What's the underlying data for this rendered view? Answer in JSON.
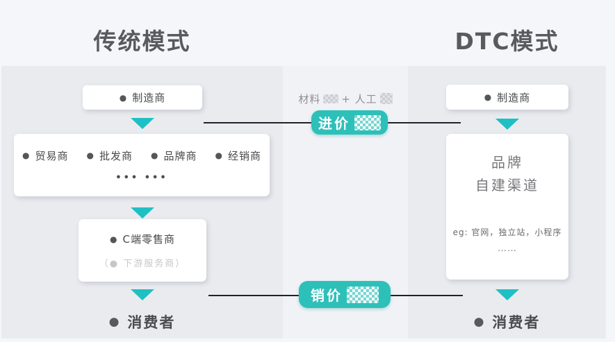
{
  "glyphs": {
    "bullet": "●"
  },
  "titles": {
    "traditional": "传统模式",
    "dtc": "DTC模式"
  },
  "traditional": {
    "manufacturer": "制造商",
    "middlemen": [
      "贸易商",
      "批发商",
      "品牌商",
      "经销商"
    ],
    "middlemen_more": "••• •••",
    "retailer": "C端零售商",
    "retailer_note": "（● 下游服务商）",
    "consumer": "消费者"
  },
  "middle": {
    "cost_material": "材料",
    "cost_labor": "+ 人工",
    "purchase_badge": "进价",
    "sale_badge": "销价"
  },
  "dtc": {
    "manufacturer": "制造商",
    "channel_line1": "品牌",
    "channel_line2": "自建渠道",
    "examples": "eg: 官网，独立站，小程序",
    "examples_more": "……",
    "consumer": "消费者"
  },
  "colors": {
    "accent_teal": "#2dc0b9",
    "triangle_teal": "#1ec0c3",
    "panel_gray": "#eaebef",
    "line_dark": "#20202c",
    "title_gray": "#595a5d"
  }
}
